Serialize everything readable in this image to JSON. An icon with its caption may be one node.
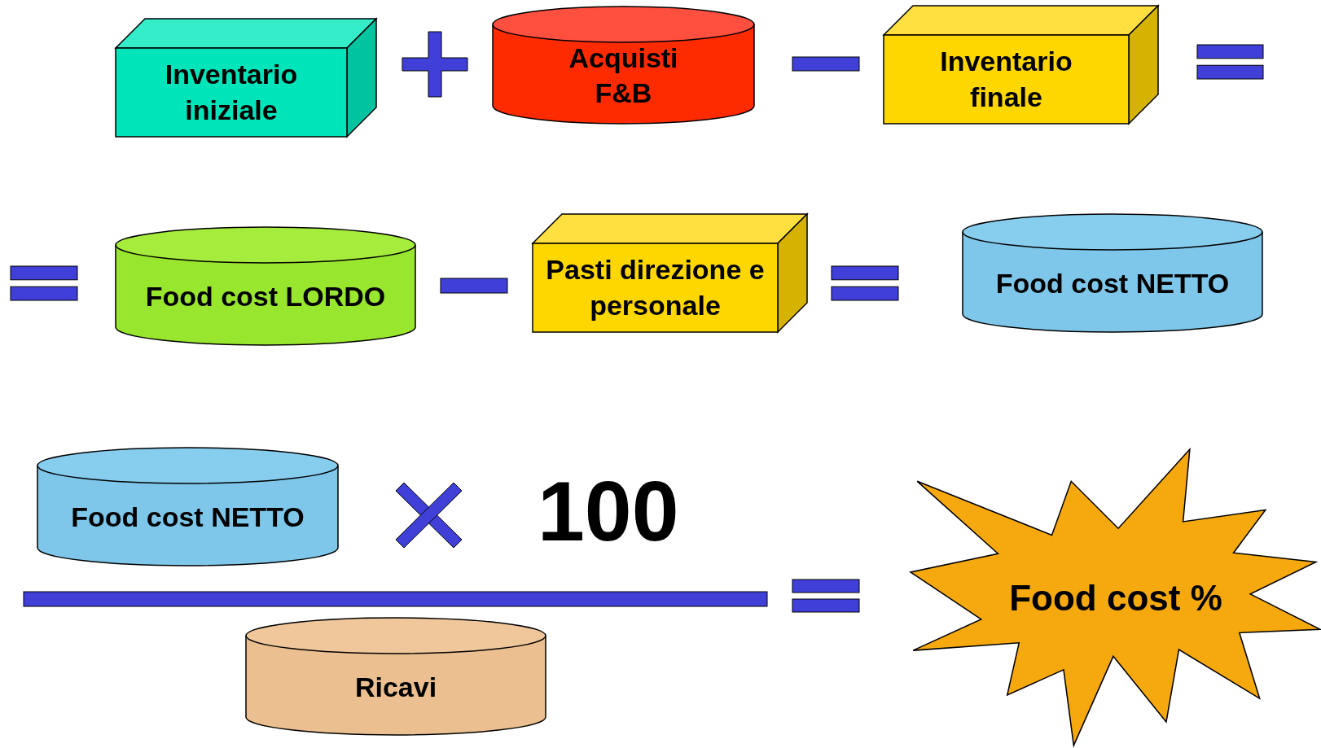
{
  "diagram": {
    "nodes": [
      {
        "text": [
          "Inventario iniziale"
        ]
      },
      {
        "text": [],
        "shape": "plus"
      },
      {
        "text": [
          "Acquisti F&B"
        ]
      },
      {
        "text": [],
        "shape": "minus"
      },
      {
        "text": [
          "Inventario finale"
        ]
      },
      {
        "text": [],
        "shape": "equals"
      },
      {
        "text": [],
        "shape": "equals"
      },
      {
        "text": [
          "Food cost LORDO"
        ]
      },
      {
        "text": [],
        "shape": "minus"
      },
      {
        "text": [
          "Pasti direzione e personale"
        ]
      },
      {
        "text": [],
        "shape": "equals"
      },
      {
        "text": [
          "Food cost NETTO"
        ]
      },
      {
        "text": [
          "Food cost NETTO"
        ]
      },
      {
        "text": [],
        "shape": "times"
      },
      {
        "text": [],
        "shape": "bar"
      },
      {
        "text": [],
        "shape": "equals"
      },
      {
        "text": [
          "Food cost %"
        ]
      },
      {
        "text": [
          "Ricavi"
        ]
      }
    ],
    "labels": [
      "100"
    ]
  }
}
